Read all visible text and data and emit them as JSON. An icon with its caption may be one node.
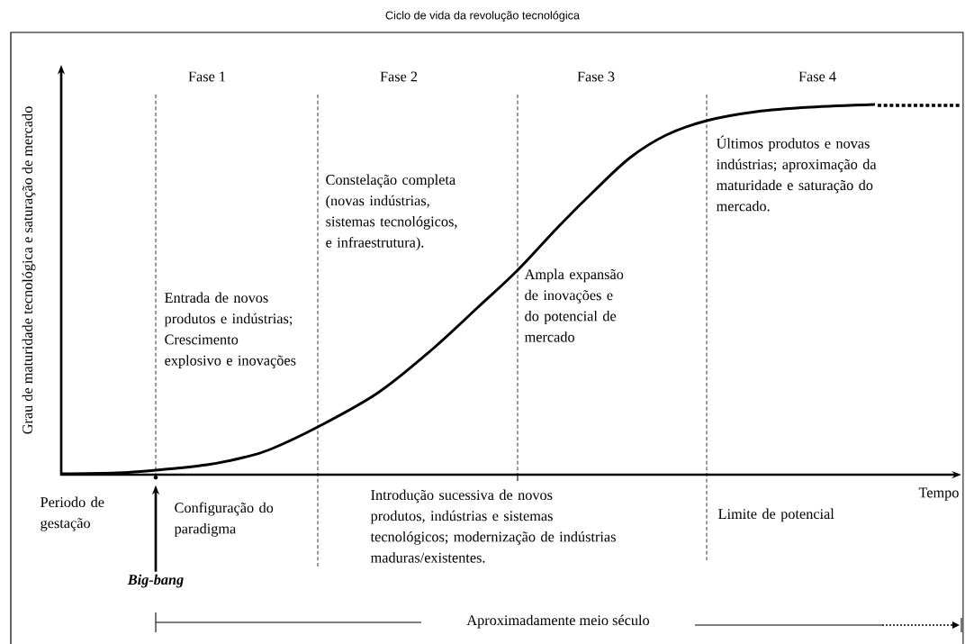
{
  "diagram": {
    "title": "Ciclo de vida da revolução tecnológica",
    "nodes": [
      {
        "text": [
          "Big-bang"
        ]
      },
      {
        "text": [],
        "shape": "circle"
      }
    ],
    "edges": [
      {
        "from": 0,
        "to": 1,
        "arrow": "to"
      }
    ],
    "labels": [
      "Grau de maturidade tecnológica e saturação de mercado",
      "Fase 1",
      "Fase 2",
      "Fase 3",
      "Fase 4",
      "Entrada de novos produtos e indústrias; Crescimento explosivo e inovações",
      "Constelação completa (novas indústrias, sistemas tecnológicos, e infraestrutura).",
      "Ampla expansão de inovações e do potencial de mercado",
      "Últimos produtos e novas indústrias; aproximação da maturidade e saturação do mercado.",
      "Periodo de gestação",
      "Configuração do paradigma",
      "Introdução sucessiva de novos produtos, indústrias e sistemas tecnológicos; modernização de indústrias maduras/existentes.",
      "Tempo",
      "Limite de potencial",
      "Aproximadamente meio século"
    ]
  }
}
